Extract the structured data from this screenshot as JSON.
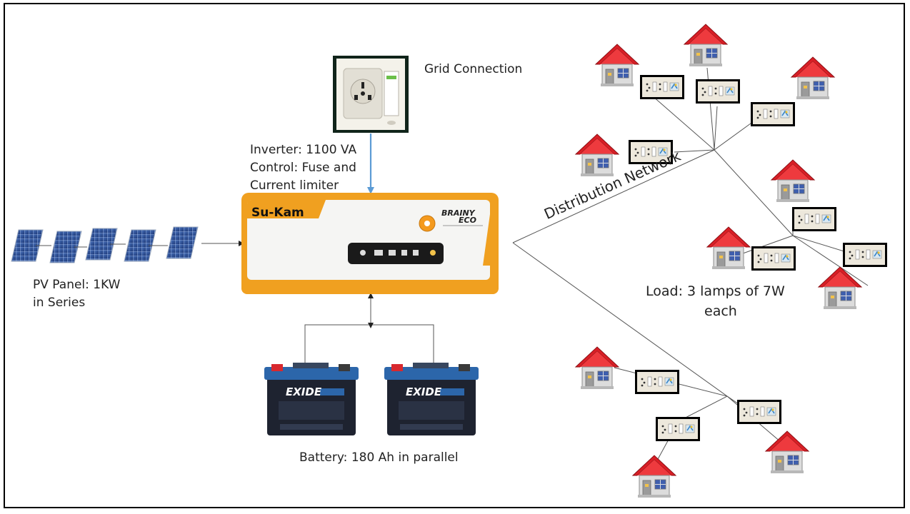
{
  "labels": {
    "grid": "Grid Connection",
    "inverter_1": "Inverter: 1100 VA",
    "inverter_2": "Control: Fuse and",
    "inverter_3": "Current limiter",
    "pv_1": "PV Panel: 1KW",
    "pv_2": "in Series",
    "battery": "Battery: 180 Ah in parallel",
    "distribution": "Distribution Network",
    "load_1": "Load: 3 lamps of 7W",
    "load_2": "each"
  },
  "inverter": {
    "brand": "Su-Kam",
    "model_1": "BRAINY",
    "model_2": "ECO"
  },
  "battery_brand": "EXIDE",
  "colors": {
    "inverter_orange": "#f0a020",
    "roof_red": "#e0242a",
    "panel_blue": "#2d4f8f",
    "grid_arrow": "#5b9bd5",
    "battery_body": "#1d2230",
    "battery_top": "#2a64a8"
  },
  "icons": [
    "house-icon",
    "switchboard-icon",
    "solar-panel-icon",
    "battery-icon",
    "inverter-icon",
    "wall-socket-icon"
  ]
}
